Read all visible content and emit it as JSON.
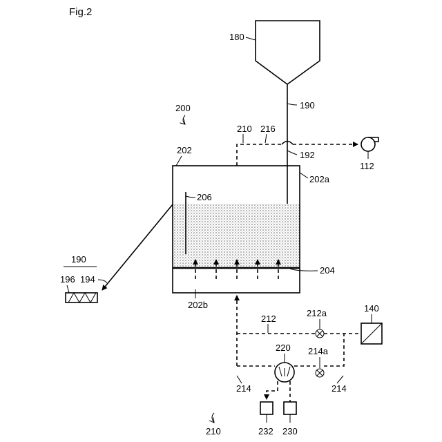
{
  "figure": {
    "title": "Fig.2",
    "labels": {
      "hopper": "180",
      "feed_pipe": "190",
      "system": "200",
      "line_210_top": "210",
      "line_216": "216",
      "pipe_192": "192",
      "blower": "112",
      "vessel": "202",
      "vessel_top": "202a",
      "rod": "206",
      "conveyor_group": "190",
      "conveyor_196": "196",
      "conveyor_194": "194",
      "distributor": "204",
      "vessel_bottom": "202b",
      "line_212": "212",
      "valve_212a": "212a",
      "source_140": "140",
      "pump_220": "220",
      "valve_214a": "214a",
      "line_214_left": "214",
      "line_214_right": "214",
      "bottom_210": "210",
      "box_232": "232",
      "box_230": "230"
    }
  }
}
